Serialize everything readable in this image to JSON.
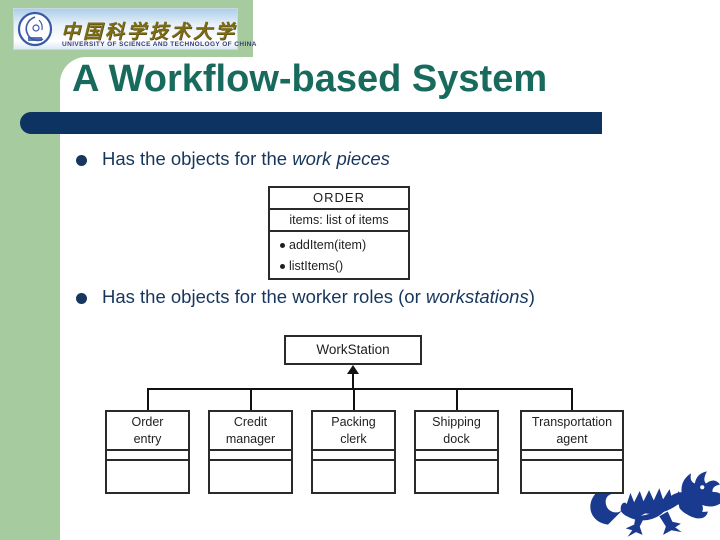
{
  "logo": {
    "cn": "中国科学技术大学",
    "en": "UNIVERSITY OF SCIENCE AND TECHNOLOGY OF CHINA"
  },
  "title": "A Workflow-based System",
  "bullets": [
    {
      "pre": "Has the objects for the ",
      "em": "work pieces",
      "post": ""
    },
    {
      "pre": "Has the objects for the worker roles (or ",
      "em": "workstations",
      "post": ")"
    }
  ],
  "order": {
    "name": "ORDER",
    "attr": "items: list of items",
    "ops": [
      "addItem(item)",
      "listItems()"
    ]
  },
  "hierarchy": {
    "parent": "WorkStation",
    "children": [
      "Order entry",
      "Credit manager",
      "Packing clerk",
      "Shipping dock",
      "Transportation agent"
    ]
  },
  "colors": {
    "sidebar_green": "#a6cb9e",
    "title_teal": "#176a5c",
    "navy_bar": "#0d3363",
    "text_navy": "#17365d",
    "diagram_ink": "#1f1f1f",
    "dragon_blue": "#1a3a8f"
  }
}
